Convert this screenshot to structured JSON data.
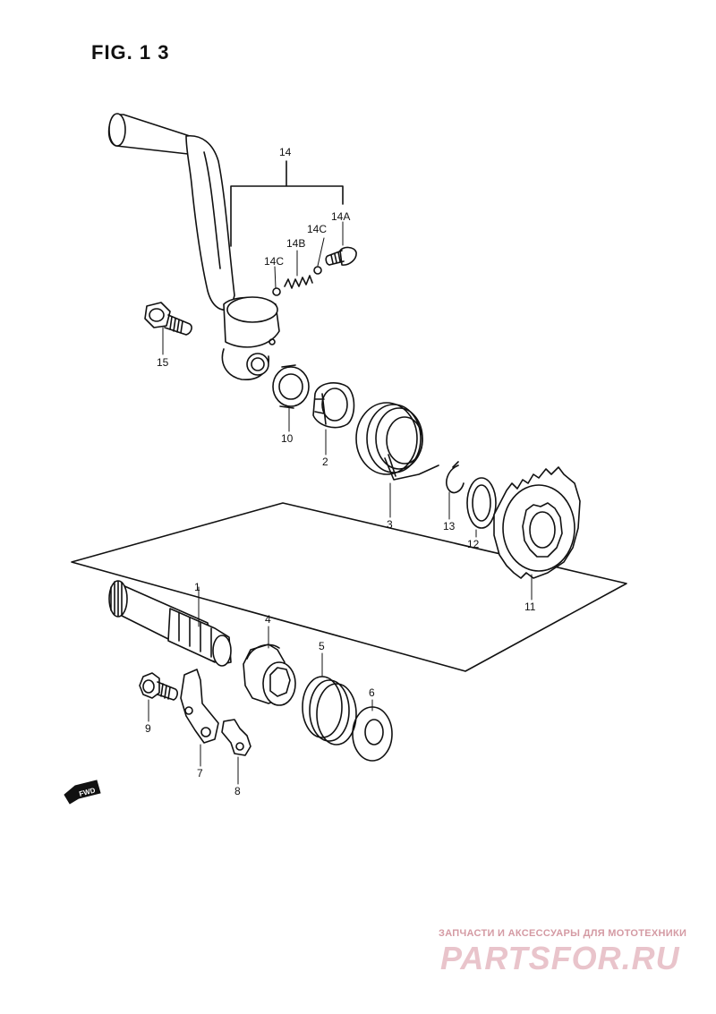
{
  "figure": {
    "title": "FIG. 1 3"
  },
  "parts": {
    "p14": "14",
    "p14a": "14A",
    "p14b": "14B",
    "p14c_1": "14C",
    "p14c_2": "14C",
    "p15": "15",
    "p10": "10",
    "p2": "2",
    "p3": "3",
    "p13": "13",
    "p12": "12",
    "p11": "11",
    "p1": "1",
    "p4": "4",
    "p5": "5",
    "p6": "6",
    "p9": "9",
    "p7": "7",
    "p8": "8"
  },
  "fwd_label": "FWD",
  "watermark": {
    "subtitle": "ЗАПЧАСТИ И АКСЕССУАРЫ ДЛЯ МОТОТЕХНИКИ",
    "logo": "PARTSFOR.RU"
  }
}
